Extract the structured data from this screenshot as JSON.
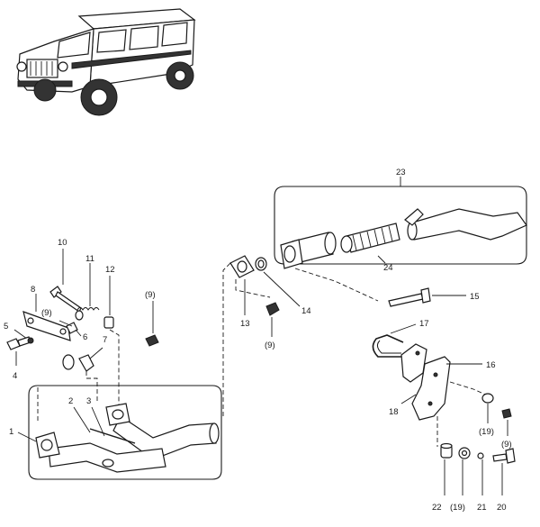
{
  "callouts": {
    "c1": "1",
    "c2": "2",
    "c3": "3",
    "c4": "4",
    "c5": "5",
    "c6": "6",
    "c7": "7",
    "c8": "8",
    "c9a": "(9)",
    "c9b": "(9)",
    "c9c": "(9)",
    "c9d": "(9)",
    "c10": "10",
    "c11": "11",
    "c12": "12",
    "c13": "13",
    "c14": "14",
    "c15": "15",
    "c16": "16",
    "c17": "17",
    "c18": "18",
    "c19a": "(19)",
    "c19b": "(19)",
    "c20": "20",
    "c21": "21",
    "c22": "22",
    "c23": "23",
    "c24": "24"
  }
}
